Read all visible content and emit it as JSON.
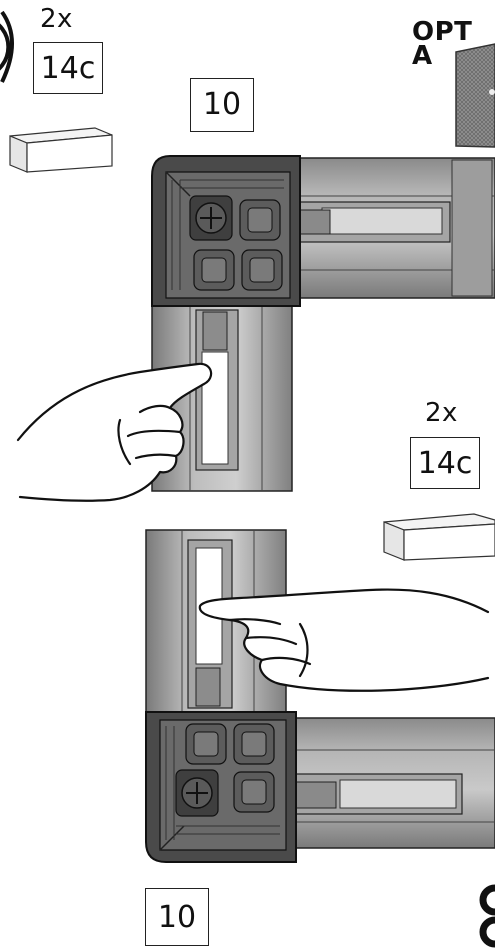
{
  "callouts": [
    {
      "qty": "2x",
      "part": "14c"
    },
    {
      "qty": "2x",
      "part": "14c"
    }
  ],
  "step_boxes": [
    {
      "label": "10"
    },
    {
      "label": "10"
    }
  ],
  "option_label": {
    "line1": "OPT",
    "line2": "A"
  }
}
